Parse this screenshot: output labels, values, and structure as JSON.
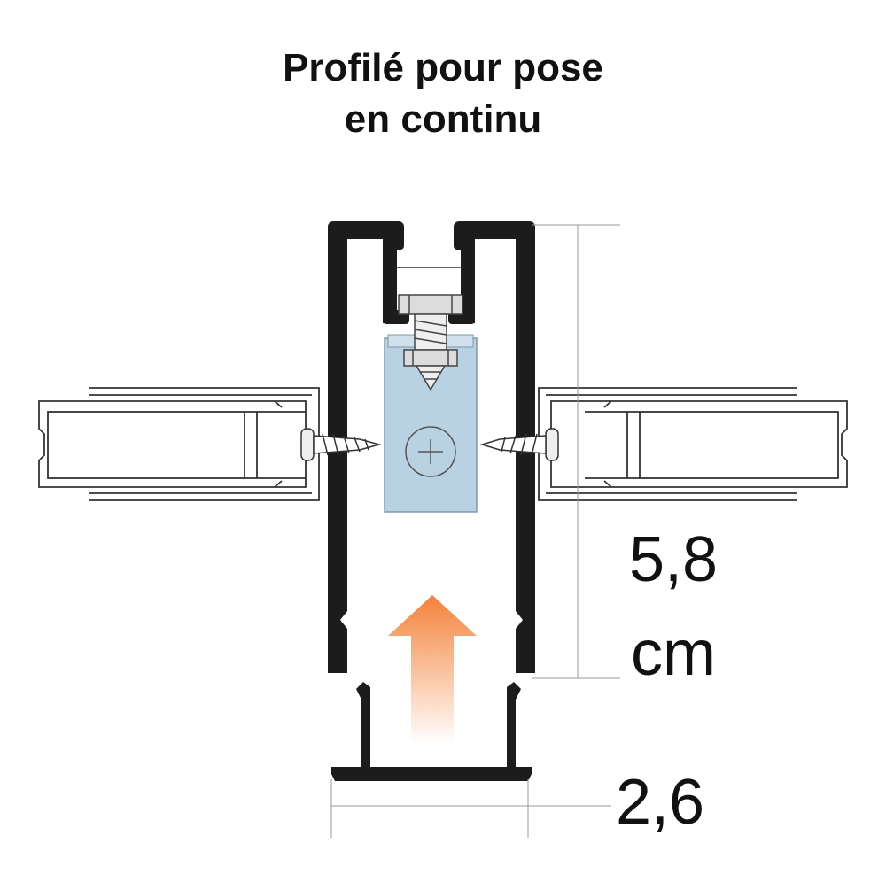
{
  "title": {
    "line1": "Profilé pour pose",
    "line2": "en continu"
  },
  "dimensions": {
    "height_value": "5,8",
    "height_unit": "cm",
    "width_value": "2,6"
  },
  "colors": {
    "profile": "#1c1c1c",
    "connector_block": "#b9d2e3",
    "arrow_top": "#f4823a",
    "arrow_bottom": "#ffffff",
    "panel_line": "#333333"
  },
  "icons": {
    "screw_head": "phillips-cross-icon",
    "insert_arrow": "up-arrow-icon"
  }
}
